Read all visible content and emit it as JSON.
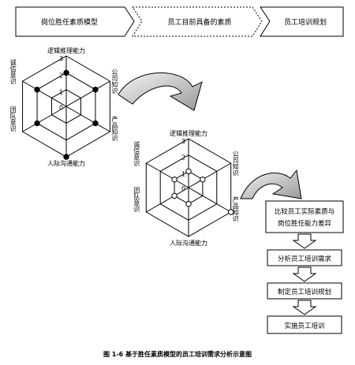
{
  "top_flow": {
    "step1": "岗位胜任素质模型",
    "step2": "员工目前具备的素质",
    "step3": "员工培训规划"
  },
  "radar_top": {
    "axes": {
      "top": "逻辑推理能力",
      "upper_right": "公司知识",
      "lower_right": "产品知识",
      "bottom": "人际沟通能力",
      "lower_left": "团队意识",
      "upper_left": "诚信意识"
    },
    "scale": [
      "0",
      "1",
      "2",
      "3"
    ],
    "values": [
      2,
      2,
      2,
      3,
      2,
      2
    ]
  },
  "radar_bottom": {
    "axes": {
      "top": "逻辑推理能力",
      "upper_right": "公司知识",
      "lower_right": "产品知识",
      "bottom": "人际沟通能力",
      "lower_left": "团队意识",
      "upper_left": "诚信意识"
    },
    "scale": [
      "0",
      "1",
      "2",
      "3"
    ],
    "values": [
      1,
      1,
      3,
      1,
      1,
      1
    ]
  },
  "right_flow": {
    "step1_line1": "比较员工实际素质与",
    "step1_line2": "岗位胜任能力差异",
    "step2": "分析员工培训需求",
    "step3": "制定员工培训规划",
    "step4": "实施员工培训"
  },
  "caption": "图 1-6   基于胜任素质模型的员工培训需求分析示意图"
}
